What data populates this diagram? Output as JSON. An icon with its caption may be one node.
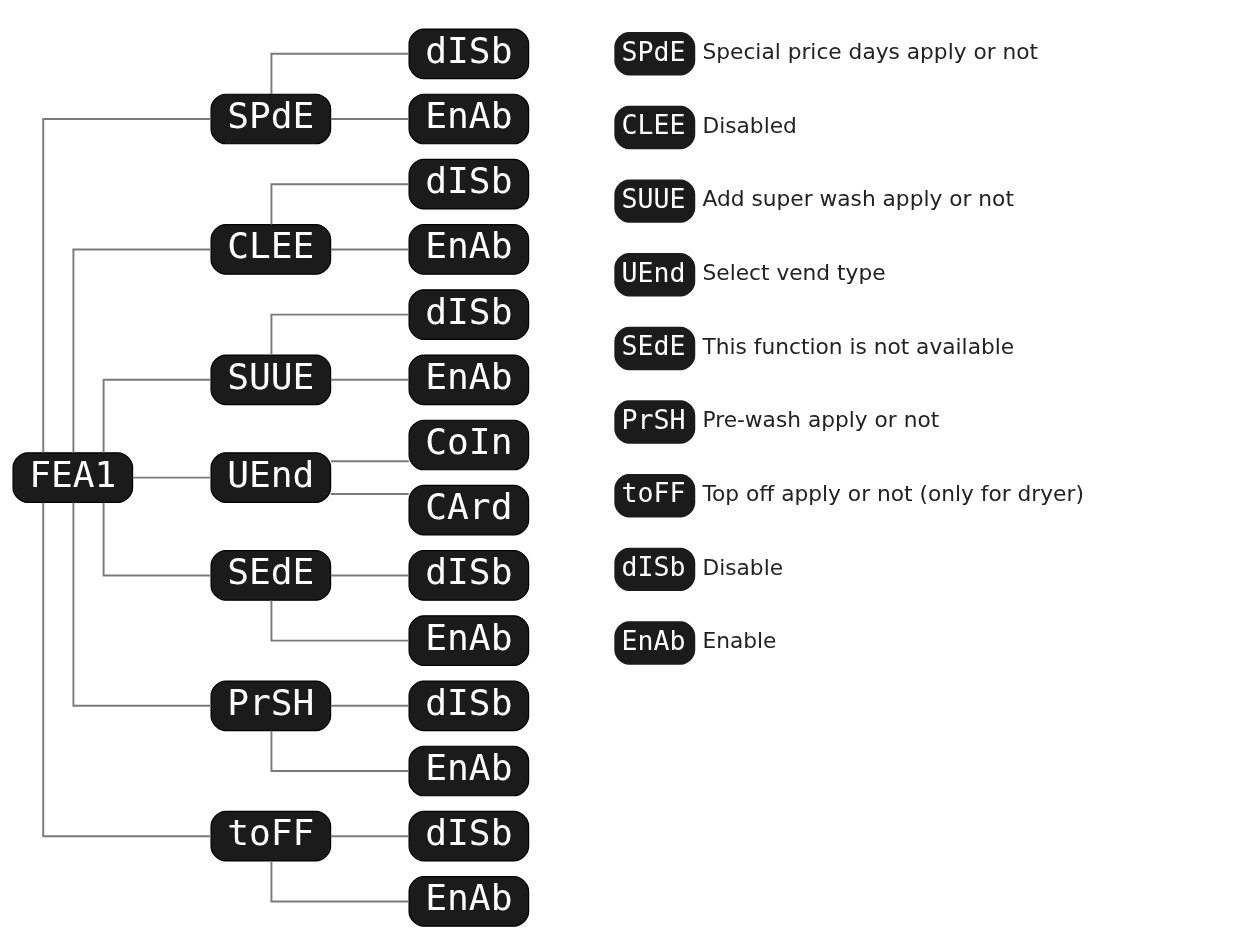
{
  "diagram": {
    "nodes": [
      {
        "text": [
          "FEA1"
        ]
      },
      {
        "text": [
          "SPdE"
        ]
      },
      {
        "text": [
          "dISb"
        ]
      },
      {
        "text": [
          "EnAb"
        ]
      },
      {
        "text": [
          "CLEE"
        ]
      },
      {
        "text": [
          "dISb"
        ]
      },
      {
        "text": [
          "EnAb"
        ]
      },
      {
        "text": [
          "SUUE"
        ]
      },
      {
        "text": [
          "dISb"
        ]
      },
      {
        "text": [
          "EnAb"
        ]
      },
      {
        "text": [
          "UEnd"
        ]
      },
      {
        "text": [
          "CoIn"
        ]
      },
      {
        "text": [
          "CArd"
        ]
      },
      {
        "text": [
          "SEdE"
        ]
      },
      {
        "text": [
          "dISb"
        ]
      },
      {
        "text": [
          "EnAb"
        ]
      },
      {
        "text": [
          "PrSH"
        ]
      },
      {
        "text": [
          "dISb"
        ]
      },
      {
        "text": [
          "EnAb"
        ]
      },
      {
        "text": [
          "toFF"
        ]
      },
      {
        "text": [
          "dISb"
        ]
      },
      {
        "text": [
          "EnAb"
        ]
      },
      {
        "text": [
          "SPdE"
        ],
        "beside": [
          "Special price days apply or not"
        ]
      },
      {
        "text": [
          "CLEE"
        ],
        "beside": [
          "Disabled"
        ]
      },
      {
        "text": [
          "SUUE"
        ],
        "beside": [
          "Add super wash apply or not"
        ]
      },
      {
        "text": [
          "UEnd"
        ],
        "beside": [
          "Select vend type"
        ]
      },
      {
        "text": [
          "SEdE"
        ],
        "beside": [
          "This function is not available"
        ]
      },
      {
        "text": [
          "PrSH"
        ],
        "beside": [
          "Pre-wash apply or not"
        ]
      },
      {
        "text": [
          "toFF"
        ],
        "beside": [
          "Top off apply or not (only for dryer)"
        ]
      },
      {
        "text": [
          "dISb"
        ],
        "beside": [
          "Disable"
        ]
      },
      {
        "text": [
          "EnAb"
        ],
        "beside": [
          "Enable"
        ]
      }
    ],
    "edges": [
      {
        "from": 0,
        "to": 1,
        "arrow": "none"
      },
      {
        "from": 0,
        "to": 4,
        "arrow": "none"
      },
      {
        "from": 0,
        "to": 7,
        "arrow": "none"
      },
      {
        "from": 0,
        "to": 10,
        "arrow": "none"
      },
      {
        "from": 0,
        "to": 13,
        "arrow": "none"
      },
      {
        "from": 0,
        "to": 16,
        "arrow": "none"
      },
      {
        "from": 0,
        "to": 19,
        "arrow": "none"
      },
      {
        "from": 1,
        "to": 2,
        "arrow": "none"
      },
      {
        "from": 1,
        "to": 3,
        "arrow": "none"
      },
      {
        "from": 4,
        "to": 5,
        "arrow": "none"
      },
      {
        "from": 4,
        "to": 6,
        "arrow": "none"
      },
      {
        "from": 7,
        "to": 8,
        "arrow": "none"
      },
      {
        "from": 7,
        "to": 9,
        "arrow": "none"
      },
      {
        "from": 10,
        "to": 11,
        "arrow": "none"
      },
      {
        "from": 10,
        "to": 12,
        "arrow": "none"
      },
      {
        "from": 13,
        "to": 14,
        "arrow": "none"
      },
      {
        "from": 13,
        "to": 15,
        "arrow": "none"
      },
      {
        "from": 16,
        "to": 17,
        "arrow": "none"
      },
      {
        "from": 16,
        "to": 18,
        "arrow": "none"
      },
      {
        "from": 19,
        "to": 20,
        "arrow": "none"
      },
      {
        "from": 19,
        "to": 21,
        "arrow": "none"
      }
    ]
  }
}
